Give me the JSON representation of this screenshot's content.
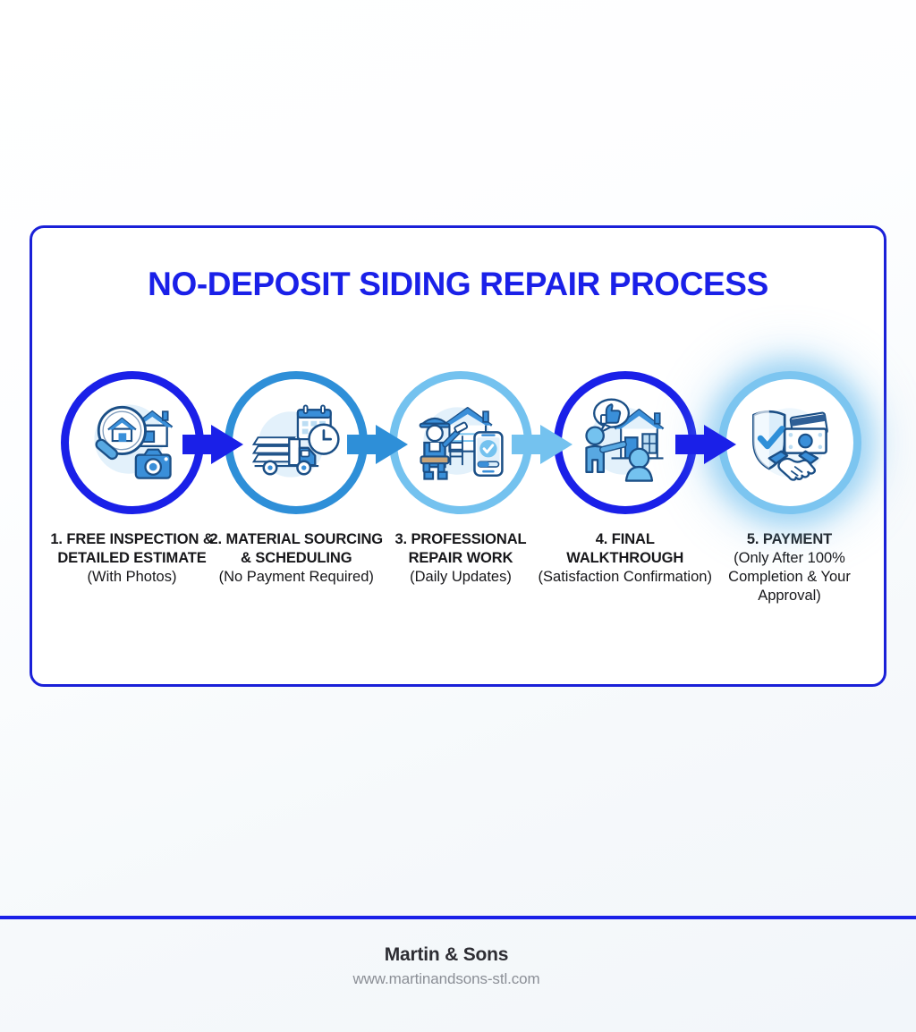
{
  "background": {
    "gradient_from": "#ffffff",
    "gradient_to": "#f2f6fa"
  },
  "card": {
    "border_color": "#1a20d8",
    "background": "#ffffff",
    "title": "NO-DEPOSIT SIDING REPAIR PROCESS",
    "title_color": "#1a20e8"
  },
  "colors": {
    "brand_dark_blue": "#1a20e8",
    "brand_medium_blue": "#2e8fd8",
    "brand_light_blue": "#74c2ef",
    "icon_fill_blue": "#3a8fd9",
    "icon_outline": "#1b4f86",
    "icon_bg_tint": "#e3f1fb",
    "text_dark": "#17171a",
    "footer_url_gray": "#8b8f96"
  },
  "steps": [
    {
      "icon": "magnifier-house-camera-icon",
      "ring_color": "#1a20e8",
      "glow": false,
      "title": "1. FREE INSPECTION & DETAILED ESTIMATE",
      "subtitle": "(With Photos)"
    },
    {
      "icon": "delivery-truck-calendar-clock-icon",
      "ring_color": "#2e8fd8",
      "glow": false,
      "title": "2. MATERIAL SOURCING & SCHEDULING",
      "subtitle": "(No Payment Required)"
    },
    {
      "icon": "worker-house-phone-icon",
      "ring_color": "#74c2ef",
      "glow": false,
      "title": "3. PROFESSIONAL REPAIR WORK",
      "subtitle": "(Daily Updates)"
    },
    {
      "icon": "thumbsup-person-house-icon",
      "ring_color": "#1a20e8",
      "glow": false,
      "title": "4. FINAL WALKTHROUGH",
      "subtitle": "(Satisfaction Confirmation)"
    },
    {
      "icon": "shield-check-money-handshake-icon",
      "ring_color": "#7cc5f0",
      "glow": true,
      "title": "5. PAYMENT",
      "subtitle": "(Only After 100% Completion & Your Approval)"
    }
  ],
  "arrows": [
    {
      "name": "arrow-step1-to-step2",
      "color": "#1a20e8"
    },
    {
      "name": "arrow-step2-to-step3",
      "color": "#2e8fd8"
    },
    {
      "name": "arrow-step3-to-step4",
      "color": "#74c2ef"
    },
    {
      "name": "arrow-step4-to-step5",
      "color": "#1a20e8"
    }
  ],
  "footer": {
    "rule_color": "#1a20e8",
    "company": "Martin & Sons",
    "website": "www.martinandsons-stl.com"
  }
}
